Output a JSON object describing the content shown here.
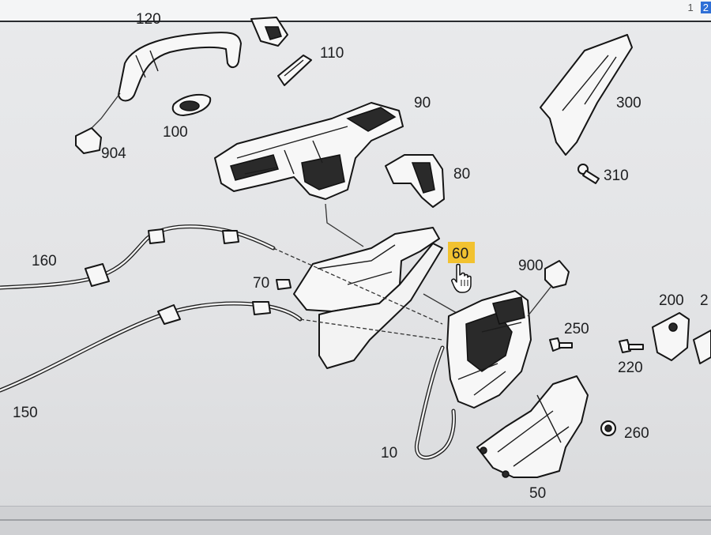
{
  "pagination": {
    "pages": [
      "1",
      "2"
    ],
    "current": "2"
  },
  "callouts": {
    "c120": "120",
    "c110": "110",
    "c90": "90",
    "c100": "100",
    "c904": "904",
    "c300": "300",
    "c310": "310",
    "c80": "80",
    "c60": "60",
    "c160": "160",
    "c70": "70",
    "c900": "900",
    "c200": "200",
    "c2": "2",
    "c250": "250",
    "c220": "220",
    "c150": "150",
    "c260": "260",
    "c10": "10",
    "c50": "50"
  },
  "highlighted_callout": "60",
  "colors": {
    "highlight": "#f2c230",
    "ink": "#1d1e20",
    "paper": "#e6e7e9"
  },
  "icons": {
    "cursor": "hand-pointer-icon"
  }
}
